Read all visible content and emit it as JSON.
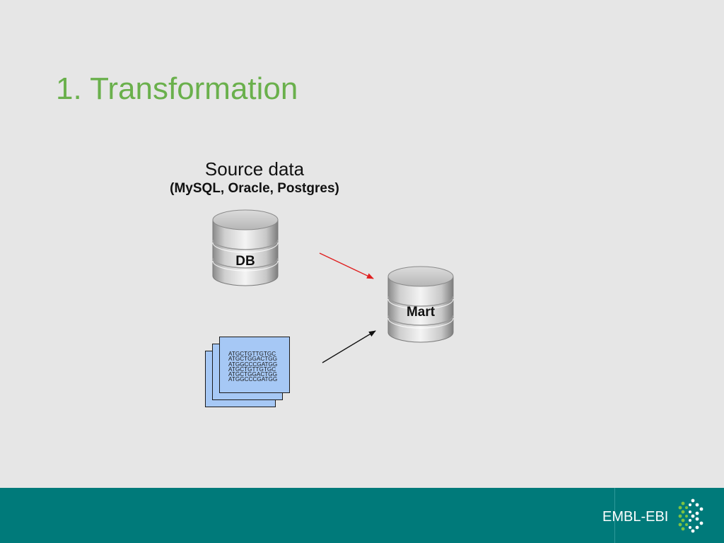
{
  "slide": {
    "title": "1. Transformation"
  },
  "source": {
    "heading": "Source data",
    "subheading": "(MySQL, Oracle, Postgres)"
  },
  "db_cylinder": {
    "label": "DB"
  },
  "mart_cylinder": {
    "label": "Mart"
  },
  "flatfile": {
    "lines": [
      "ATGCTGTTGTGC",
      "ATGCTGGACTGG",
      "ATGGCCCGATGG",
      "ATGCTGTTGTGC",
      "ATGCTGGACTGG",
      "ATGGCCCGATGG"
    ]
  },
  "arrows": {
    "db_to_mart_color": "#e02020",
    "file_to_mart_color": "#111111"
  },
  "footer": {
    "logo_text": "EMBL-EBI",
    "background_color": "#007a7a",
    "logo_mark_colors": [
      "#ffffff",
      "#7dc242"
    ]
  },
  "colors": {
    "title": "#6ab04c",
    "background": "#e6e6e6",
    "doc_fill": "#a6c8f5"
  }
}
